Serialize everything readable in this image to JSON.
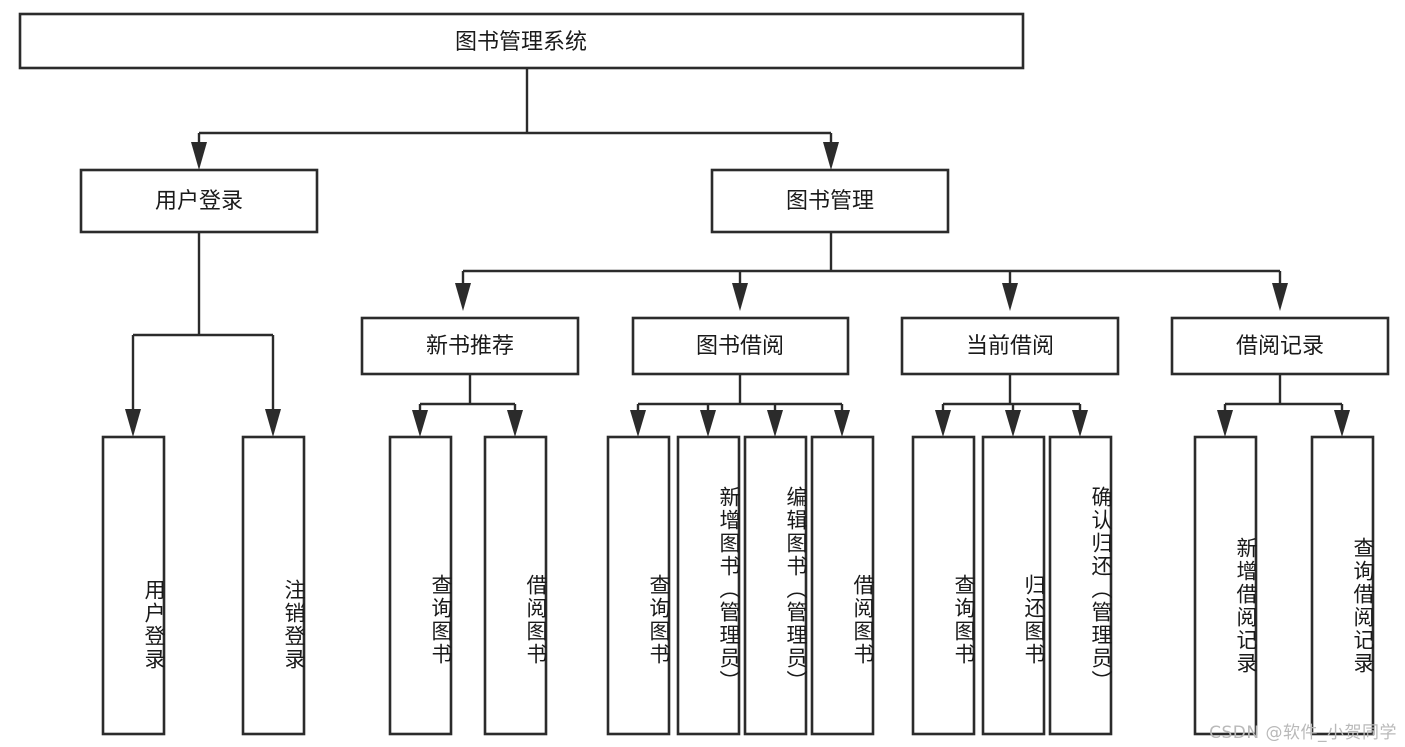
{
  "diagram": {
    "type": "tree",
    "title": "图书管理系统",
    "orientation": "top-down",
    "root": {
      "id": "root",
      "label": "图书管理系统",
      "level": 0
    },
    "level2": [
      {
        "id": "user-login",
        "label": "用户登录"
      },
      {
        "id": "book-manage",
        "label": "图书管理"
      }
    ],
    "level3": [
      {
        "id": "new-book-recommend",
        "label": "新书推荐",
        "parent": "book-manage"
      },
      {
        "id": "book-borrow",
        "label": "图书借阅",
        "parent": "book-manage"
      },
      {
        "id": "current-borrow",
        "label": "当前借阅",
        "parent": "book-manage"
      },
      {
        "id": "borrow-record",
        "label": "借阅记录",
        "parent": "book-manage"
      }
    ],
    "leaves": [
      {
        "id": "leaf-user-login",
        "label": "用户登录",
        "parent": "user-login"
      },
      {
        "id": "leaf-logout-login",
        "label": "注销登录",
        "parent": "user-login"
      },
      {
        "id": "leaf-query-book-1",
        "label": "查询图书",
        "parent": "new-book-recommend"
      },
      {
        "id": "leaf-borrow-book-1",
        "label": "借阅图书",
        "parent": "new-book-recommend"
      },
      {
        "id": "leaf-query-book-2",
        "label": "查询图书",
        "parent": "book-borrow"
      },
      {
        "id": "leaf-add-book",
        "label": "新增图书（管理员）",
        "parent": "book-borrow"
      },
      {
        "id": "leaf-edit-book",
        "label": "编辑图书（管理员）",
        "parent": "book-borrow"
      },
      {
        "id": "leaf-borrow-book-2",
        "label": "借阅图书",
        "parent": "book-borrow"
      },
      {
        "id": "leaf-query-book-3",
        "label": "查询图书",
        "parent": "current-borrow"
      },
      {
        "id": "leaf-return-book",
        "label": "归还图书",
        "parent": "current-borrow"
      },
      {
        "id": "leaf-confirm-return",
        "label": "确认归还（管理员）",
        "parent": "current-borrow"
      },
      {
        "id": "leaf-add-record",
        "label": "新增借阅记录",
        "parent": "borrow-record"
      },
      {
        "id": "leaf-query-record",
        "label": "查询借阅记录",
        "parent": "borrow-record"
      }
    ]
  },
  "watermark": {
    "text": "CSDN @软件_小贺同学"
  },
  "colors": {
    "stroke": "#2b2b2b",
    "fill": "#ffffff",
    "text": "#1a1a1a",
    "watermark": "#b9b9b9"
  }
}
